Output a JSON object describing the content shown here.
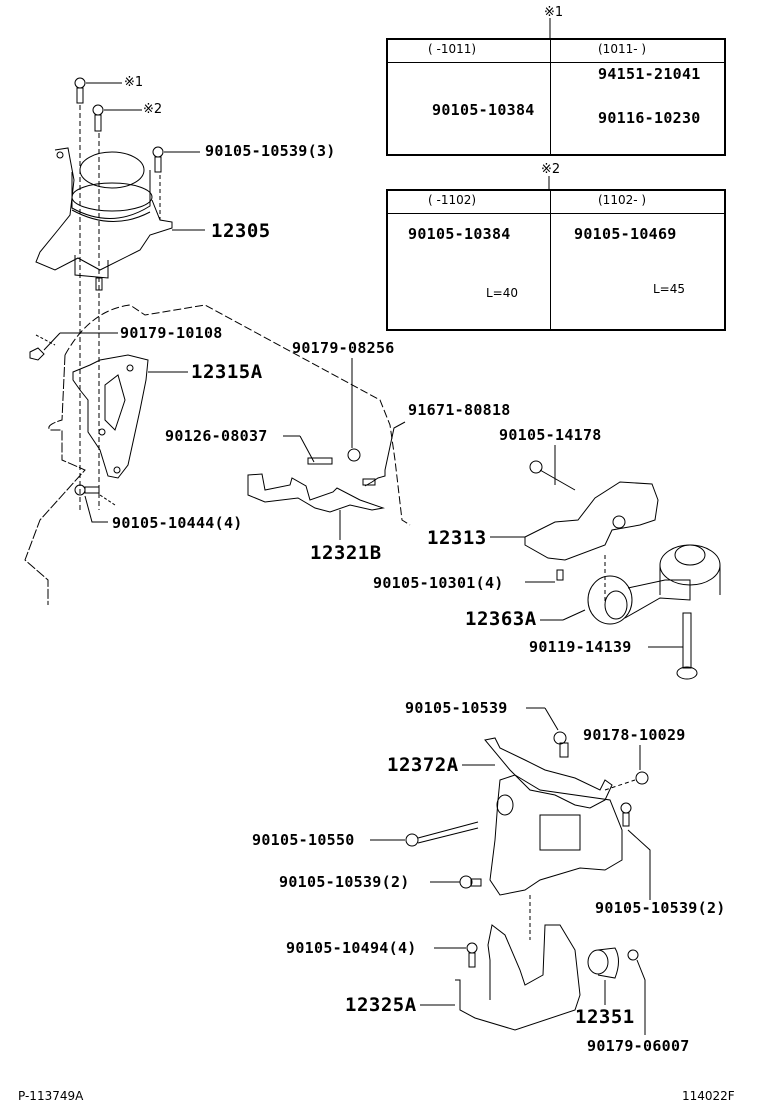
{
  "diagram": {
    "title": "Engine Mounting Parts Diagram",
    "table1": {
      "marker": "※1",
      "columns": [
        {
          "header": "(      -1011)",
          "parts": [
            "90105-10384"
          ]
        },
        {
          "header": "(1011-      )",
          "parts": [
            "94151-21041",
            "90116-10230"
          ]
        }
      ]
    },
    "table2": {
      "marker": "※2",
      "columns": [
        {
          "header": "(      -1102)",
          "part": "90105-10384",
          "length": "L=40"
        },
        {
          "header": "(1102-      )",
          "part": "90105-10469",
          "length": "L=45"
        }
      ]
    },
    "callouts": {
      "ref1": "※1",
      "ref2": "※2",
      "p_90105_10539_3": "90105-10539(3)",
      "p_12305": "12305",
      "p_90179_10108": "90179-10108",
      "p_12315A": "12315A",
      "p_90179_08256": "90179-08256",
      "p_91671_80818": "91671-80818",
      "p_90126_08037": "90126-08037",
      "p_90105_14178": "90105-14178",
      "p_90105_10444_4": "90105-10444(4)",
      "p_12321B": "12321B",
      "p_12313": "12313",
      "p_90105_10301_4": "90105-10301(4)",
      "p_12363A": "12363A",
      "p_90119_14139": "90119-14139",
      "p_90105_10539_a": "90105-10539",
      "p_90178_10029": "90178-10029",
      "p_12372A": "12372A",
      "p_90105_10550": "90105-10550",
      "p_90105_10539_2a": "90105-10539(2)",
      "p_90105_10539_2b": "90105-10539(2)",
      "p_90105_10494_4": "90105-10494(4)",
      "p_12325A": "12325A",
      "p_12351": "12351",
      "p_90179_06007": "90179-06007"
    },
    "footer": {
      "left_code": "P-113749A",
      "right_code": "114022F"
    }
  }
}
